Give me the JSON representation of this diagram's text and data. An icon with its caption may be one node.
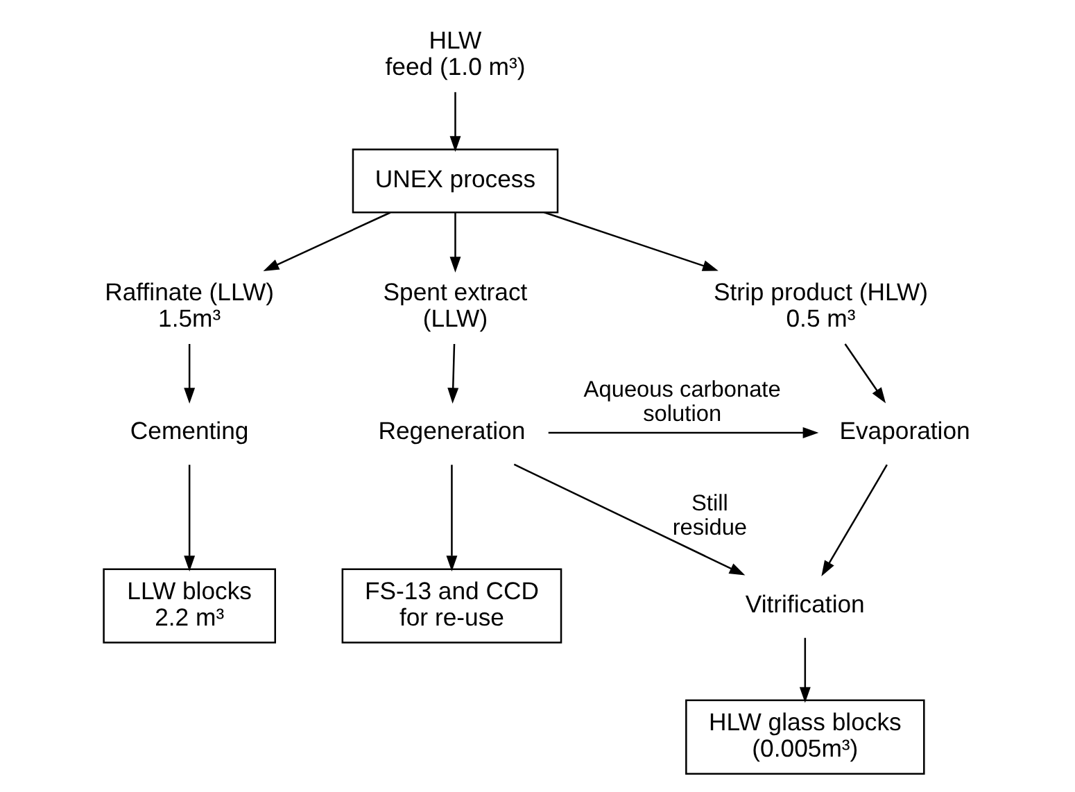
{
  "diagram": {
    "nodes": [
      {
        "text": [
          "HLW feed (1.0 m³)"
        ]
      },
      {
        "text": [
          "UNEX process"
        ]
      },
      {
        "text": [
          "Raffinate (LLW) 1.5m³"
        ]
      },
      {
        "text": [
          "Strip product (HLW) 0.5 m³"
        ]
      },
      {
        "text": [
          "Spent extract (LLW)"
        ]
      },
      {
        "text": [
          "Cementing"
        ]
      },
      {
        "text": [
          "Evaporation"
        ]
      },
      {
        "text": [
          "Regeneration"
        ]
      },
      {
        "text": [
          "LLW blocks 2.2 m³"
        ]
      },
      {
        "text": [
          "Vitrification"
        ]
      },
      {
        "text": [
          "FS-13 and CCD for re-use"
        ]
      },
      {
        "text": [
          "HLW glass blocks (0.005m³)"
        ]
      }
    ],
    "edges": [
      {
        "from": 0,
        "to": 1,
        "arrow": "to"
      },
      {
        "from": 1,
        "to": 2,
        "arrow": "to"
      },
      {
        "from": 1,
        "to": 3,
        "arrow": "to"
      },
      {
        "from": 1,
        "to": 4,
        "arrow": "to"
      },
      {
        "from": 2,
        "to": 5,
        "arrow": "to"
      },
      {
        "from": 3,
        "to": 6,
        "arrow": "to"
      },
      {
        "from": 4,
        "to": 7,
        "arrow": "to"
      },
      {
        "from": 7,
        "to": 6,
        "arrow": "to",
        "label": "Aqueous carbonate solution"
      },
      {
        "from": 5,
        "to": 8,
        "arrow": "to"
      },
      {
        "from": 6,
        "to": 9,
        "arrow": "to"
      },
      {
        "from": 7,
        "to": 9,
        "arrow": "to",
        "label": "Still residue"
      },
      {
        "from": 7,
        "to": 10,
        "arrow": "to"
      },
      {
        "from": 9,
        "to": 11,
        "arrow": "to"
      }
    ]
  }
}
